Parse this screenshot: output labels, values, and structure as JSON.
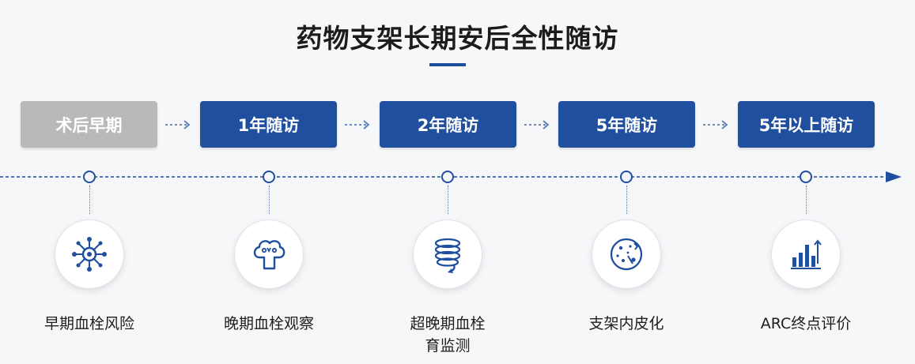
{
  "title": "药物支架长期安后全性随访",
  "stages": [
    {
      "label": "术后早期",
      "color": "#b9b9b9"
    },
    {
      "label": "1年随访",
      "color": "#1f4f9e"
    },
    {
      "label": "2年随访",
      "color": "#1f4f9e"
    },
    {
      "label": "5年随访",
      "color": "#1f4f9e"
    },
    {
      "label": "5年以上随访",
      "color": "#1f4f9e"
    }
  ],
  "items": [
    {
      "icon": "molecule-network-icon",
      "label": "早期血栓风险"
    },
    {
      "icon": "blood-vessel-icon",
      "label": "晚期血栓观察"
    },
    {
      "icon": "coiled-stent-icon",
      "label_line1": "超晚期血栓",
      "label_line2": "育监测"
    },
    {
      "icon": "cell-endothelium-icon",
      "label": "支架内皮化"
    },
    {
      "icon": "bar-chart-growth-icon",
      "label": "ARC终点评价"
    }
  ],
  "colors": {
    "accent": "#1f4f9e",
    "inactive": "#b9b9b9",
    "text": "#1d1d1d"
  }
}
